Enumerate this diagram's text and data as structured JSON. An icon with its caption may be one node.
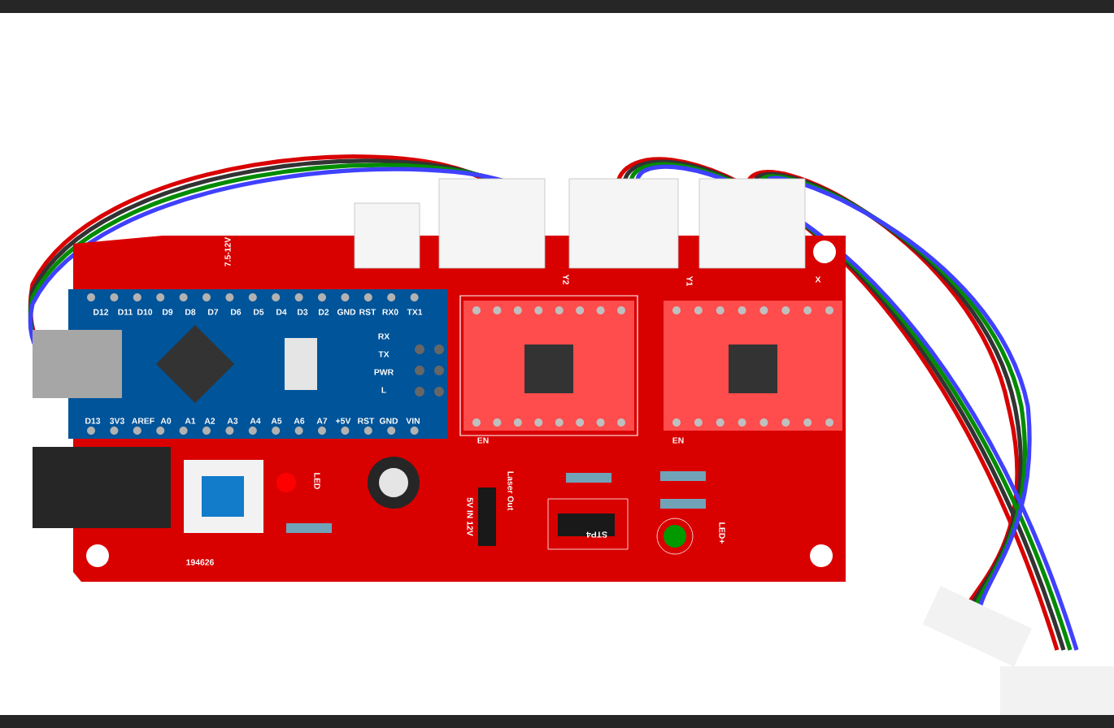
{
  "diagram": {
    "labels": [
      "7.5-12V",
      "D12",
      "D11",
      "D10",
      "D9",
      "D8",
      "D7",
      "D6",
      "D5",
      "D4",
      "D3",
      "D2",
      "GND",
      "RST",
      "RX0",
      "TX1",
      "Y2",
      "Y1",
      "X",
      "RX",
      "TX",
      "PWR",
      "L",
      "D13",
      "3V3",
      "AREF",
      "A0",
      "A1",
      "A2",
      "A3",
      "A4",
      "A5",
      "A6",
      "A7",
      "+5V",
      "RST",
      "GND",
      "VIN",
      "EN",
      "EN",
      "LED",
      "Laser Out",
      "5V IN 12V",
      "STP4",
      "LED+",
      "194626"
    ]
  }
}
